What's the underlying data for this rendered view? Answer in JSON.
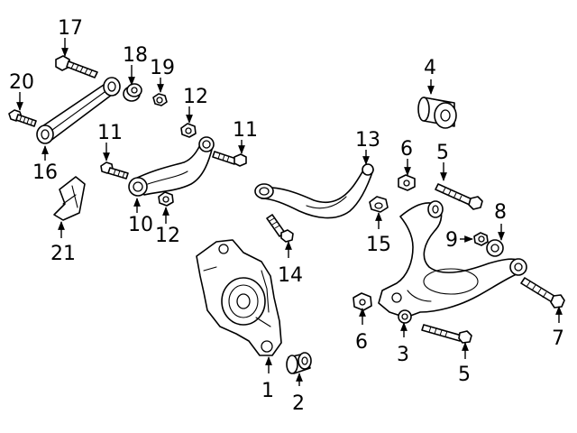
{
  "callouts": {
    "c1": "1",
    "c2": "2",
    "c3": "3",
    "c4": "4",
    "c5a": "5",
    "c5b": "5",
    "c6a": "6",
    "c6b": "6",
    "c7": "7",
    "c8": "8",
    "c9": "9",
    "c10": "10",
    "c11a": "11",
    "c11b": "11",
    "c12a": "12",
    "c12b": "12",
    "c13": "13",
    "c14": "14",
    "c15": "15",
    "c16": "16",
    "c17": "17",
    "c18": "18",
    "c19": "19",
    "c20": "20",
    "c21": "21"
  },
  "colors": {
    "line": "#000000",
    "background": "#ffffff"
  }
}
